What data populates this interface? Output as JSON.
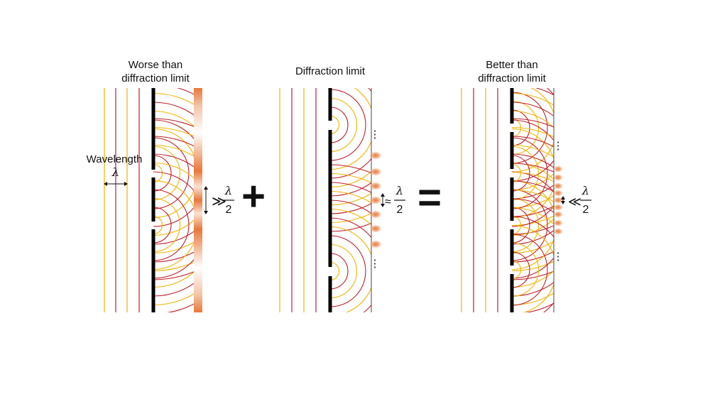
{
  "panels": [
    {
      "title_lines": [
        "Worse than",
        "diffraction limit"
      ],
      "relation": "≫",
      "num": "λ",
      "den": "2"
    },
    {
      "title_lines": [
        "Diffraction limit"
      ],
      "relation": "≈",
      "num": "λ",
      "den": "2"
    },
    {
      "title_lines": [
        "Better than",
        "diffraction limit"
      ],
      "relation": "≪",
      "num": "λ",
      "den": "2"
    }
  ],
  "wavelength_label": "Wavelength",
  "wavelength_symbol": "λ",
  "plus_sign": "+",
  "equals_sign": "=",
  "ellipsis": "⋮",
  "colors": {
    "red_wave": "#c0202a",
    "yellow_wave": "#f2b200",
    "barrier": "#000000",
    "intensity": "#e8783a",
    "screen": "#444444"
  }
}
